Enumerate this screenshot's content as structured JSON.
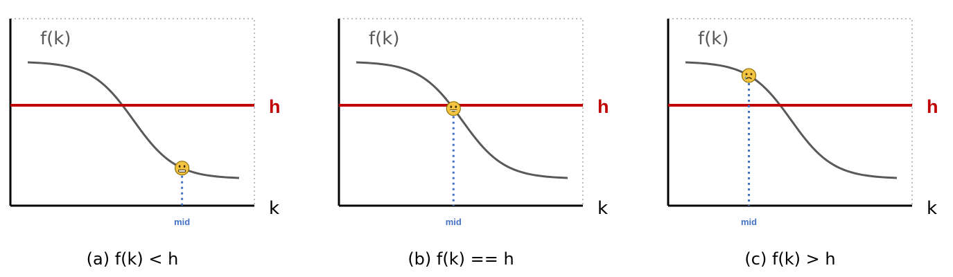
{
  "colors": {
    "axis": "#000000",
    "curve": "#595959",
    "threshold": "#c00000",
    "mid_line": "#4472c4",
    "frame_dotted": "#a6a6a6",
    "face_fill": "#f4c542",
    "face_stroke": "#8a6d00"
  },
  "panels": [
    {
      "curve_label": "f(k)",
      "threshold_label": "h",
      "axis_label": "k",
      "mid_label": "mid",
      "caption": "(a) f(k) < h",
      "face_icon": "neutral-face-icon",
      "mid_fraction": 0.73
    },
    {
      "curve_label": "f(k)",
      "threshold_label": "h",
      "axis_label": "k",
      "mid_label": "mid",
      "caption": "(b) f(k) == h",
      "face_icon": "grinning-face-icon",
      "mid_fraction": 0.46
    },
    {
      "curve_label": "f(k)",
      "threshold_label": "h",
      "axis_label": "k",
      "mid_label": "mid",
      "caption": "(c) f(k) > h",
      "face_icon": "crying-face-icon",
      "mid_fraction": 0.3
    }
  ]
}
